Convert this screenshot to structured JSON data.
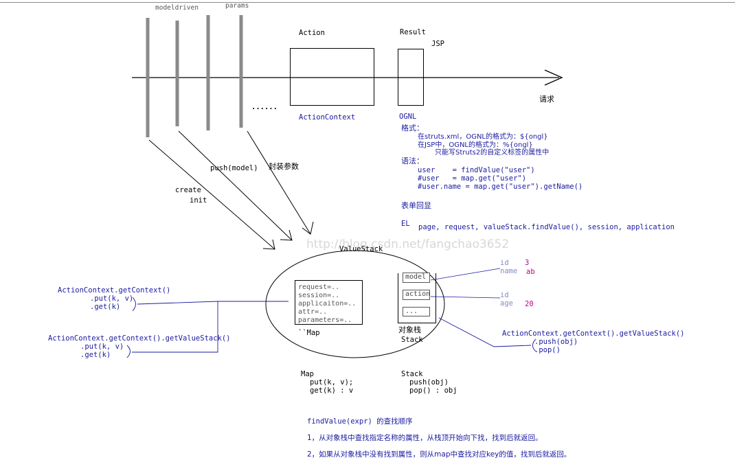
{
  "top": {
    "interceptors": [
      "modeldriven",
      "params"
    ],
    "dots": "......",
    "action_label": "Action",
    "result_label": "Result",
    "jsp_label": "JSP",
    "request_label": "请求",
    "action_context": "ActionContext",
    "ognl_label": "OGNL",
    "push_model": "push(model)",
    "encapsulate": "封装参数",
    "create": "create",
    "init": "init"
  },
  "ognl": {
    "format_title": "格式：",
    "format_lines": [
      "在struts.xml，OGNL的格式为：${ongl}",
      "在JSP中，OGNL的格式为：%{ongl}",
      "只能写Struts2的自定义标签的属性中"
    ],
    "syntax_title": "语法：",
    "syntax_lines": [
      "user    = findValue(\"user\")",
      "#user   = map.get(\"user\")",
      "#user.name = map.get(\"user\").getName()"
    ],
    "form_echo": "表单回显",
    "el_label": "EL",
    "el_line": "page, request, valueStack.findValue(), session, application"
  },
  "watermark": "http://blog.csdn.net/fangchao3652",
  "valuestack": {
    "title": "ValueStack",
    "map_items": [
      "request=..",
      "session=..",
      "applicaiton=..",
      "attr=..",
      "parameters=.."
    ],
    "map_caption": "``Map",
    "stack_slots": [
      "model",
      "action",
      "..."
    ],
    "stack_caption_cn": "对象栈",
    "stack_caption_en": "Stack"
  },
  "model_fields": {
    "k1": "id",
    "v1": "3",
    "k2": "name",
    "v2": "ab"
  },
  "action_fields": {
    "k1": "id",
    "v1": "",
    "k2": "age",
    "v2": "20"
  },
  "left_api": {
    "ctx": "ActionContext.getContext()",
    "ctx_put": ".put(k, v)",
    "ctx_get": ".get(k)",
    "vs": "ActionContext.getContext().getValueStack()",
    "vs_put": ".put(k, v)",
    "vs_get": ".get(k)"
  },
  "right_api": {
    "vs": "ActionContext.getContext().getValueStack()",
    "push": ".push(obj)",
    "pop": ".pop()"
  },
  "map_ops": {
    "title": "Map",
    "put": "put(k, v);",
    "get": "get(k) : v"
  },
  "stack_ops": {
    "title": "Stack",
    "push": "push(obj)",
    "pop": "pop() : obj"
  },
  "find_order": {
    "title": "findValue(expr) 的查找顺序",
    "line1": "1，从对象栈中查找指定名称的属性，从栈顶开始向下找，找到后就返回。",
    "line2": "2，如果从对象栈中没有找到属性，则从map中查找对应key的值，找到后就返回。"
  }
}
